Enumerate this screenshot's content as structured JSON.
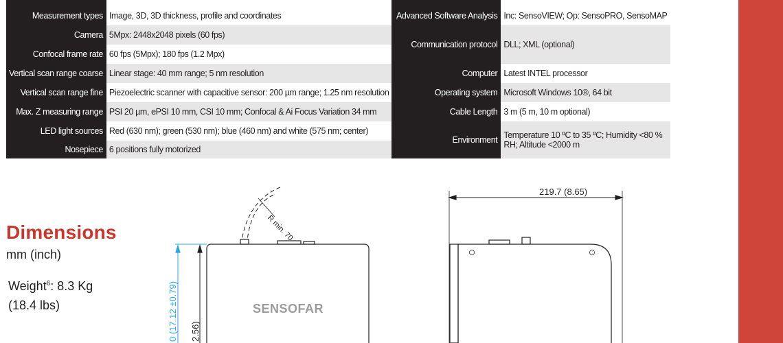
{
  "left_specs": [
    {
      "label": "Measurement types",
      "value": "Image, 3D, 3D thickness, profile and coordinates"
    },
    {
      "label": "Camera",
      "value": "5Mpx: 2448x2048 pixels (60 fps)"
    },
    {
      "label": "Confocal frame rate",
      "value": "60 fps (5Mpx); 180 fps (1.2 Mpx)"
    },
    {
      "label": "Vertical scan range coarse",
      "value": "Linear stage:  40 mm range; 5 nm resolution"
    },
    {
      "label": "Vertical scan range fine",
      "value": "Piezoelectric scanner with capacitive sensor:  200 µm range; 1.25 nm resolution"
    },
    {
      "label": "Max. Z measuring  range",
      "value": "PSI 20 µm, ePSI 10 mm, CSI 10 mm; Confocal & Ai Focus Variation 34 mm"
    },
    {
      "label": "LED light sources",
      "value": "Red (630 nm); green (530 nm); blue (460 nm) and white (575 nm; center)"
    },
    {
      "label": "Nosepiece",
      "value": "6 positions fully motorized"
    }
  ],
  "right_specs": [
    {
      "label": "Advanced Software Analysis",
      "value": "Inc: SensoVIEW; Op: SensoPRO, SensoMAP"
    },
    {
      "label": "Communication protocol",
      "value": "DLL; XML (optional)"
    },
    {
      "label": "Computer",
      "value": "Latest INTEL processor"
    },
    {
      "label": "Operating system",
      "value": "Microsoft Windows 10®, 64 bit"
    },
    {
      "label": "Cable Length",
      "value": "3 m (5 m, 10 m optional)"
    },
    {
      "label": "Environment",
      "value": "Temperature 10 ºC to 35 ºC; Humidity <80 % RH; Altitude <2000 m"
    }
  ],
  "dimensions": {
    "title": "Dimensions",
    "unit": "mm (inch)",
    "weight_label": "Weight",
    "weight_sup": "6",
    "weight_kg": ": 8.3 Kg",
    "weight_lbs": "(18.4 lbs)"
  },
  "drawing": {
    "logo_text": "SENSOFAR",
    "radius_label": "R min. 70",
    "height_label": "0 (17.12 ±0.79)",
    "inner_height_label": "2.56)",
    "width_label": "219.7 (8.65)"
  },
  "colors": {
    "label_bg": "#231f20",
    "row_alt": "#e6e6e6",
    "accent_red": "#c8372c",
    "side_bar": "#d0453a",
    "dimension_blue": "#29a9e0"
  }
}
